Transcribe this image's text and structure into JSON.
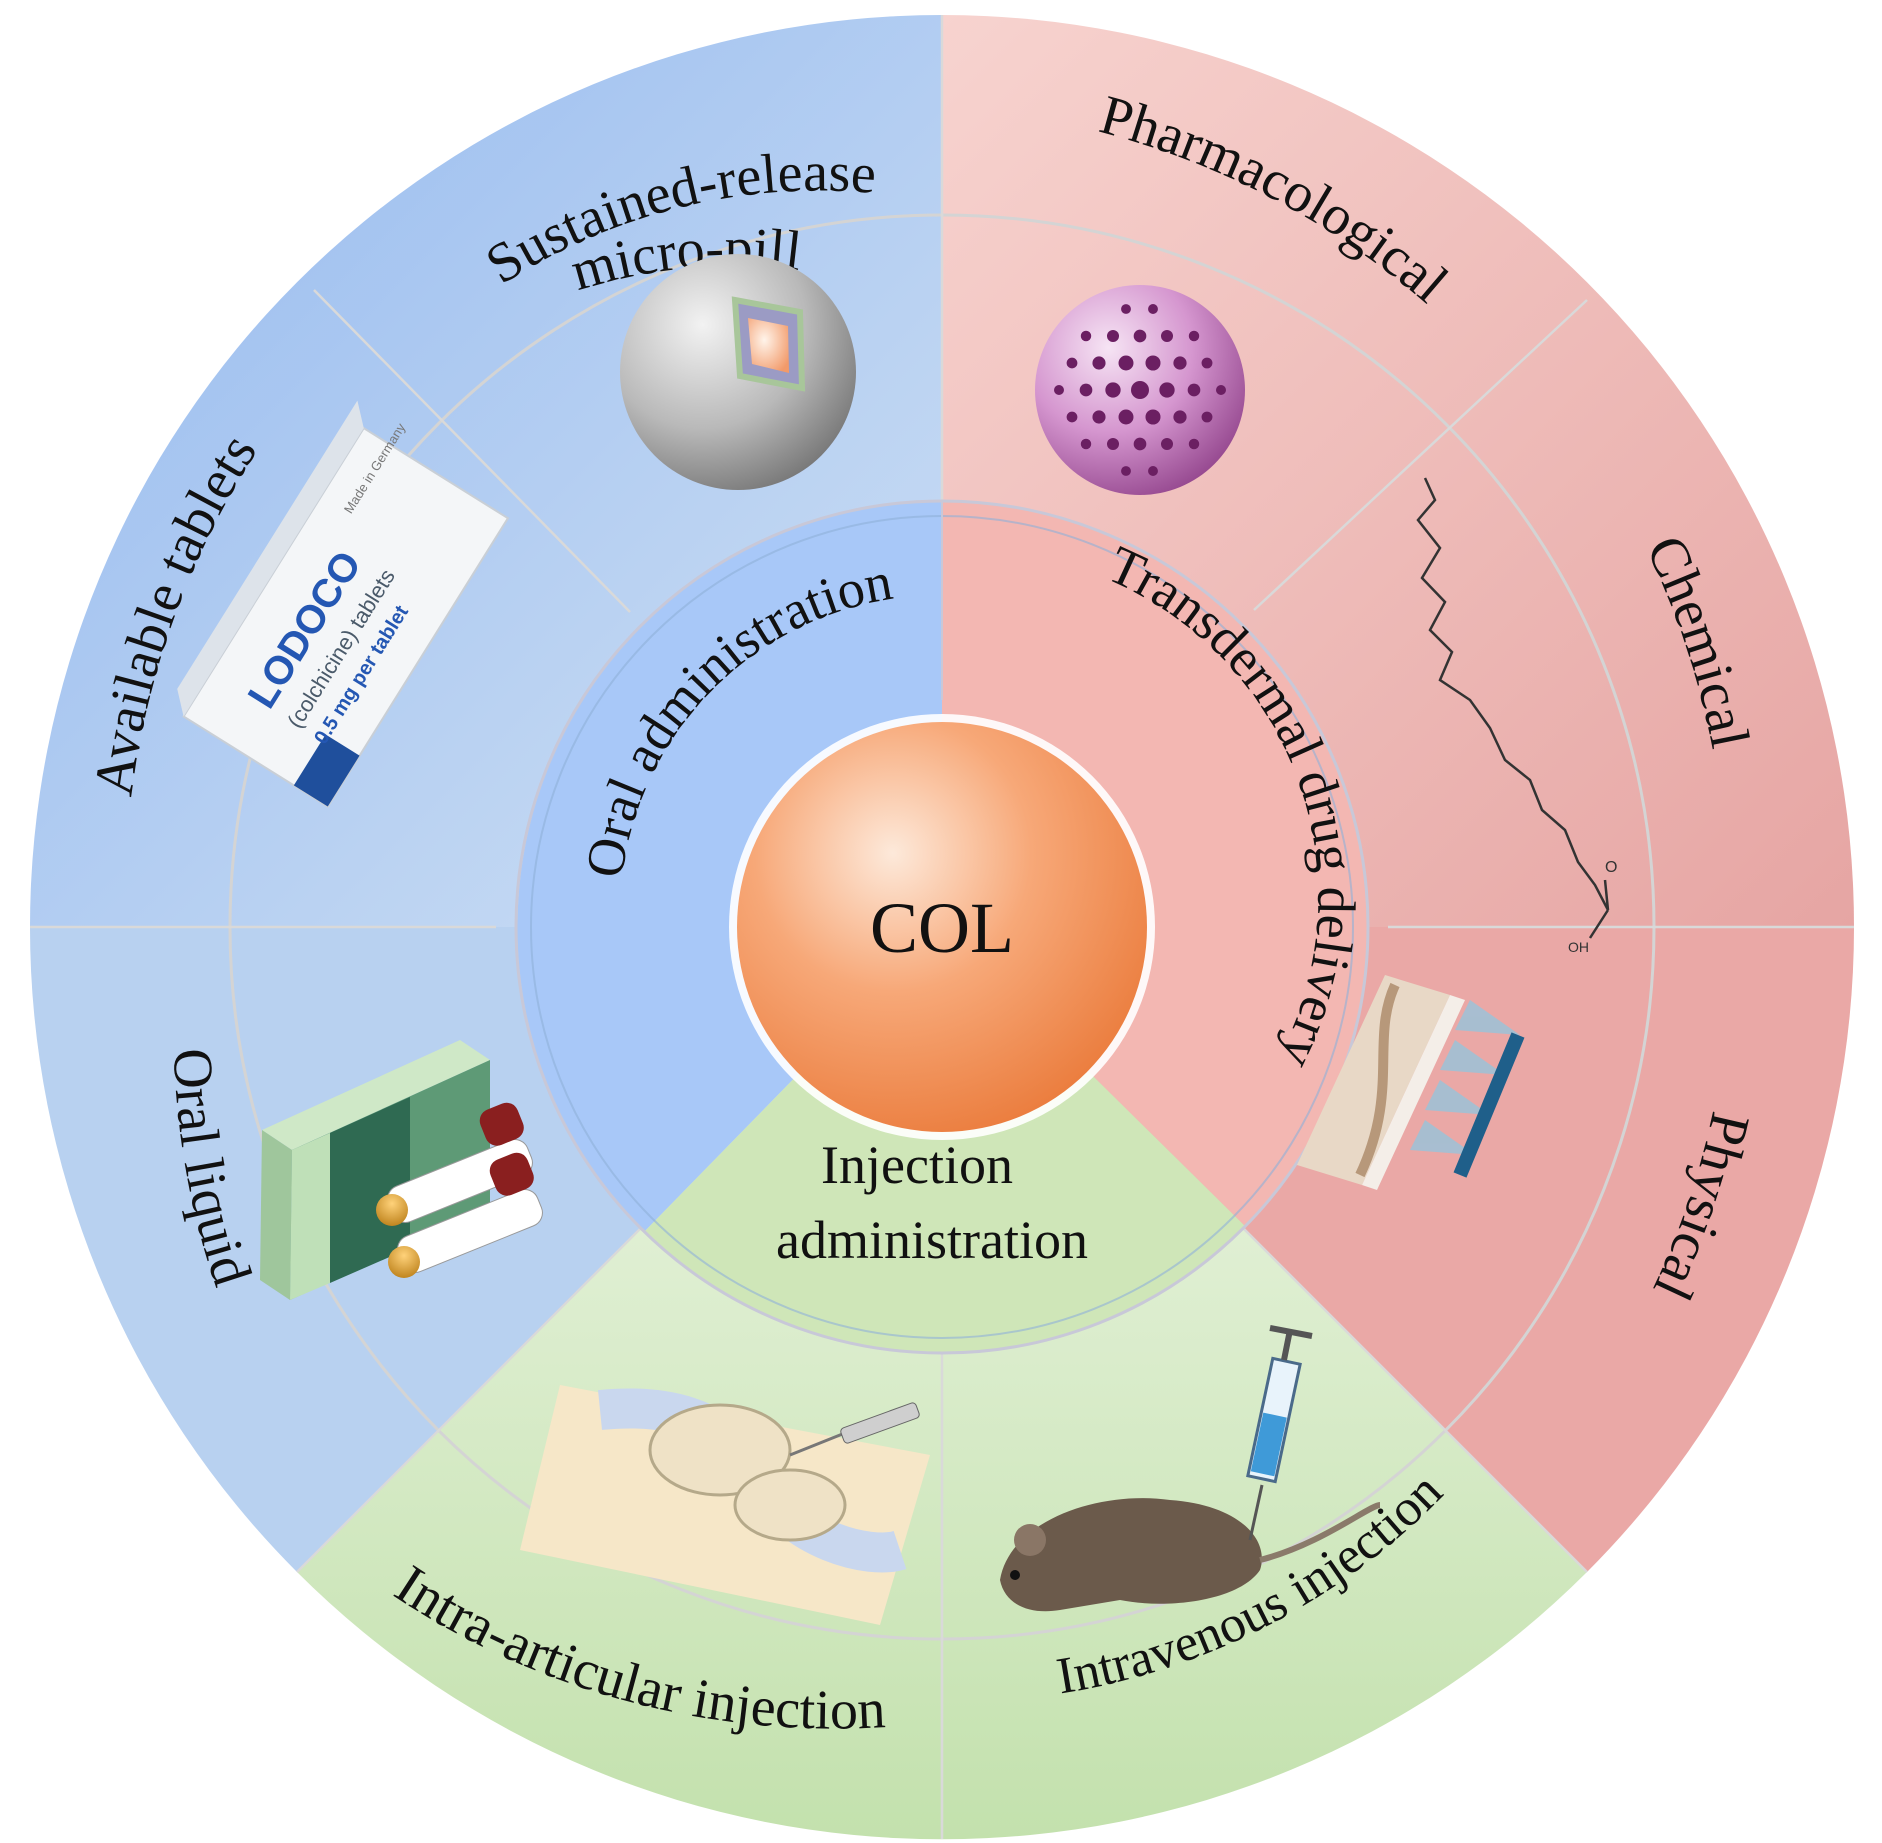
{
  "center": {
    "label": "COL"
  },
  "routes": {
    "oral": "Oral administration",
    "transdermal": "Transdermal drug delivery",
    "injection_line1": "Injection",
    "injection_line2": "administration"
  },
  "forms": {
    "sustained_release_line1": "Sustained-release",
    "sustained_release_line2": "micro-pill",
    "available_tablets": "Available tablets",
    "oral_liquid": "Oral liquid",
    "intra_articular": "Intra-articular injection",
    "intravenous": "Intravenous injection",
    "physical": "Physical",
    "chemical": "Chemical",
    "pharmacological": "Pharmacological"
  },
  "tablet_box": {
    "brand": "LODOCO",
    "generic": "(colchicine) tablets",
    "dose": "0.5 mg per tablet",
    "country": "Made in Germany"
  },
  "molecule": {
    "oh_label": "OH",
    "o_label": "O"
  },
  "colors": {
    "oral_blue": "#a9c8f5",
    "transdermal_pink": "#f3b7b2",
    "injection_green": "#cfe6b8",
    "center_orange": "#f08a4b"
  }
}
